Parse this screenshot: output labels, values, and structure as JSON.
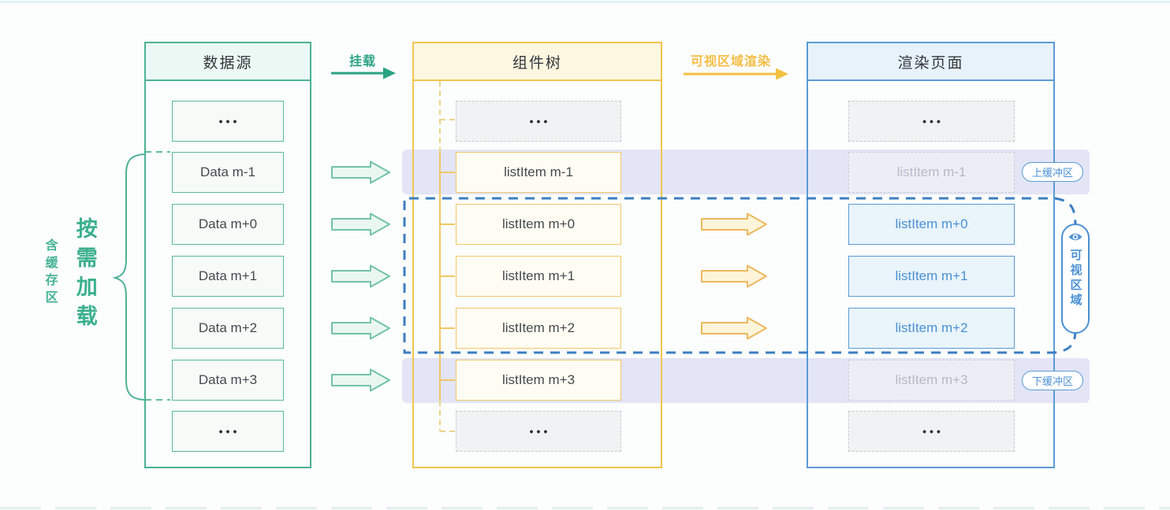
{
  "canvas": {
    "background": "#fcfdfd"
  },
  "columns": {
    "data_source": {
      "title": "数据源"
    },
    "component_tree": {
      "title": "组件树"
    },
    "render_page": {
      "title": "渲染页面"
    }
  },
  "flows": {
    "mount_label": "挂载",
    "viewport_render_label": "可视区域渲染"
  },
  "left_note": {
    "primary": "按需加载",
    "secondary": "含缓存区"
  },
  "viewport": {
    "pill_label": "可视区域",
    "pill_icon": "eye-icon",
    "top_buffer_label": "上缓冲区",
    "bottom_buffer_label": "下缓冲区"
  },
  "rows": [
    {
      "kind": "ellipsis",
      "data": "•••",
      "tree": "•••",
      "page": "•••"
    },
    {
      "kind": "buffer-top",
      "data": "Data m-1",
      "tree": "listItem m-1",
      "page": "listItem m-1"
    },
    {
      "kind": "visible",
      "data": "Data m+0",
      "tree": "listItem m+0",
      "page": "listItem m+0"
    },
    {
      "kind": "visible",
      "data": "Data m+1",
      "tree": "listItem m+1",
      "page": "listItem m+1"
    },
    {
      "kind": "visible",
      "data": "Data m+2",
      "tree": "listItem m+2",
      "page": "listItem m+2"
    },
    {
      "kind": "buffer-bottom",
      "data": "Data m+3",
      "tree": "listItem m+3",
      "page": "listItem m+3"
    },
    {
      "kind": "ellipsis",
      "data": "•••",
      "tree": "•••",
      "page": "•••"
    }
  ],
  "colors": {
    "green_accent": "#2aa383",
    "yellow_accent": "#f2c34e",
    "blue_accent": "#4a90d3",
    "buffer_band": "#e3e5f6",
    "visible_region_border": "#3d7ec1"
  }
}
